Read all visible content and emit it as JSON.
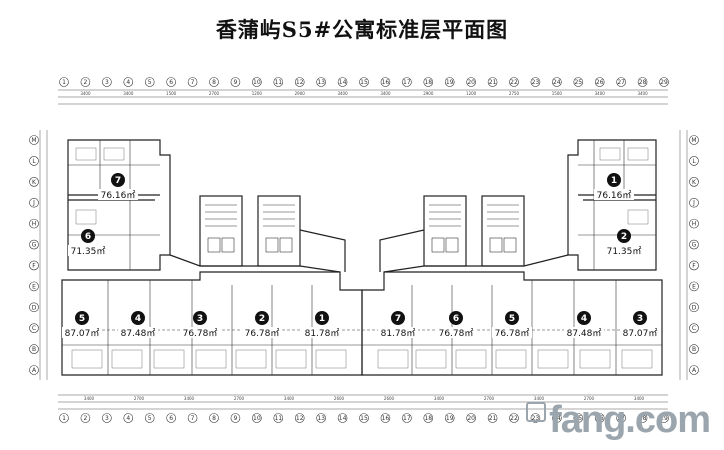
{
  "title": "香蒲屿S5#公寓标准层平面图",
  "watermark": "fang.com",
  "units": [
    {
      "num": "7",
      "area": "76.16㎡"
    },
    {
      "num": "6",
      "area": "71.35㎡"
    },
    {
      "num": "5",
      "area": "87.07㎡"
    },
    {
      "num": "4",
      "area": "87.48㎡"
    },
    {
      "num": "3",
      "area": "76.78㎡"
    },
    {
      "num": "2",
      "area": "76.78㎡"
    },
    {
      "num": "1",
      "area": "81.78㎡"
    },
    {
      "num": "7",
      "area": "81.78㎡"
    },
    {
      "num": "6",
      "area": "76.78㎡"
    },
    {
      "num": "5",
      "area": "76.78㎡"
    },
    {
      "num": "4",
      "area": "87.48㎡"
    },
    {
      "num": "3",
      "area": "87.07㎡"
    },
    {
      "num": "1",
      "area": "76.16㎡"
    },
    {
      "num": "2",
      "area": "71.35㎡"
    }
  ],
  "row_axes_left": [
    "M",
    "L",
    "K",
    "J",
    "H",
    "G",
    "F",
    "E",
    "D",
    "C",
    "B",
    "A"
  ],
  "col_axes_top": [
    "1",
    "2",
    "3",
    "4",
    "5",
    "6",
    "7",
    "8",
    "9",
    "10",
    "11",
    "12",
    "13",
    "14",
    "15",
    "16",
    "17",
    "18",
    "19",
    "20",
    "21",
    "22",
    "23",
    "24",
    "25",
    "26",
    "27",
    "28",
    "29"
  ],
  "dims_top": [
    "3400",
    "3400",
    "1500",
    "2700",
    "1200",
    "2900",
    "3400",
    "3400",
    "2900",
    "1200",
    "2750",
    "1500",
    "3400",
    "3400"
  ],
  "dims_bottom": [
    "3400",
    "2700",
    "3400",
    "2700",
    "3400",
    "2600",
    "2600",
    "3400",
    "2700",
    "3400",
    "2700",
    "3400"
  ]
}
